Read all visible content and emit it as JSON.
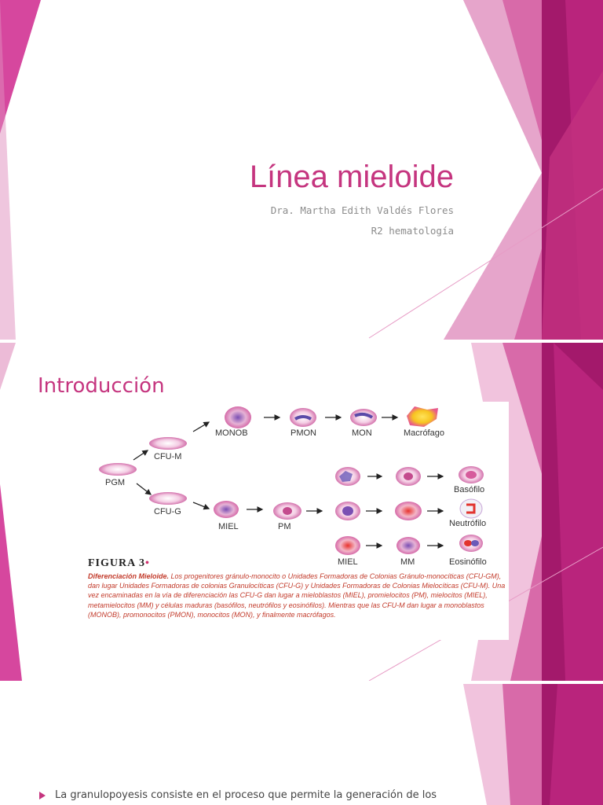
{
  "slide1": {
    "title": "Línea mieloide",
    "author": "Dra. Martha Edith Valdés Flores",
    "role": "R2 hematología"
  },
  "slide2": {
    "heading": "Introducción",
    "figure": {
      "labels": {
        "pgm": "PGM",
        "cfu_m": "CFU-M",
        "cfu_g": "CFU-G",
        "monob": "MONOB",
        "pmon": "PMON",
        "mon": "MON",
        "macrofago": "Macrófago",
        "basofilo": "Basófilo",
        "neutrofilo": "Neutrófilo",
        "eosinofilo": "Eosinófilo",
        "miel_1": "MIEL",
        "pm": "PM",
        "miel_2": "MIEL",
        "mm": "MM"
      },
      "figure_label": "FIGURA 3",
      "caption_title": "Diferenciación Mieloide.",
      "caption_body": "Los progenitores gránulo-monocito o Unidades Formadoras de Colonias Gránulo-monocíticas (CFU-GM), dan lugar Unidades Formadoras de colonias Granulocíticas (CFU-G) y Unidades Formadoras de Colonias Mielocíticas (CFU-M). Una vez encaminadas en la vía de diferenciación las CFU-G dan lugar a mieloblastos (MIEL), promielocitos (PM), mielocitos (MIEL), metamielocitos (MM) y células maduras (basófilos, neutrófilos y eosinófilos). Mientras que las CFU-M dan lugar a monoblastos (MONOB), promonocitos (PMON), monocitos (MON), y finalmente macrófagos."
    }
  },
  "slide3": {
    "bullet_1": "La granulopoyesis consiste en el proceso que permite la generación de los"
  },
  "colors": {
    "accent": "#c5357f",
    "magenta_dark": "#a3196b",
    "magenta_mid": "#d6479e",
    "pink_light": "#e78bc1",
    "pink_pale": "#f3bfdc"
  }
}
